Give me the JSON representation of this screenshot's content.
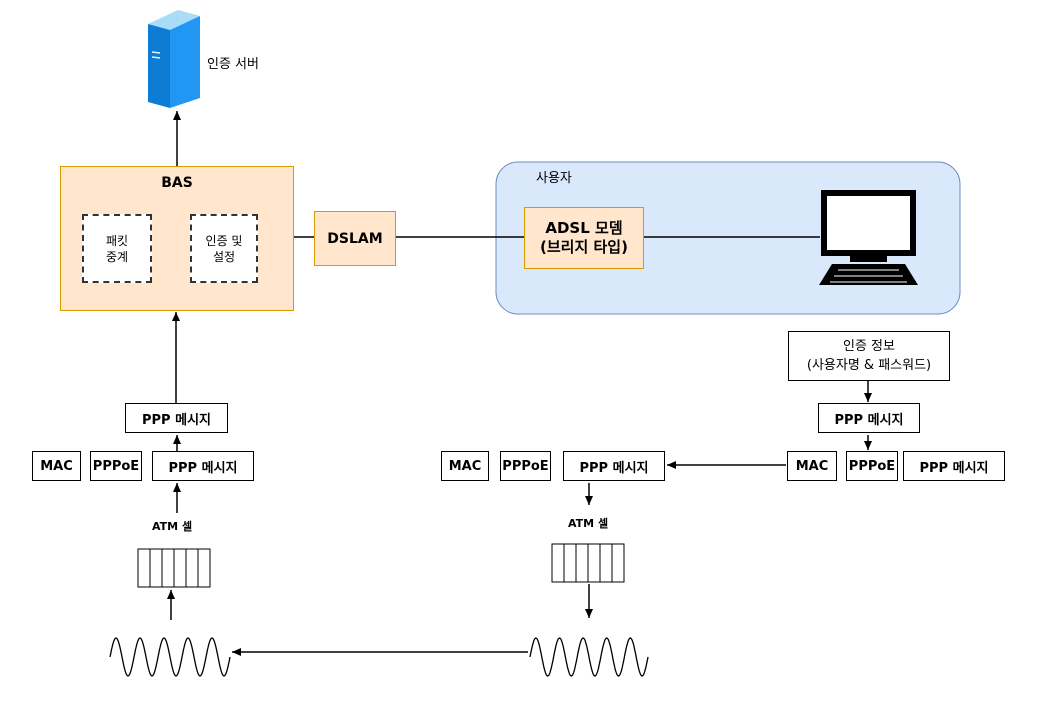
{
  "server": {
    "label": "인증 서버"
  },
  "bas": {
    "title": "BAS",
    "relay": "패킷\n중계",
    "auth": "인증 및\n설정"
  },
  "dslam": {
    "label": "DSLAM"
  },
  "user": {
    "title": "사용자",
    "modem": "ADSL 모뎀\n(브리지 타입)"
  },
  "auth_info": {
    "label": "인증 정보\n(사용자명 & 패스워드)"
  },
  "left_stack": {
    "ppp_top": "PPP  메시지",
    "mac": "MAC",
    "pppoe": "PPPoE",
    "ppp": "PPP  메시지",
    "atm": "ATM 셀"
  },
  "middle_stack": {
    "mac": "MAC",
    "pppoe": "PPPoE",
    "ppp": "PPP  메시지",
    "atm": "ATM 셀"
  },
  "right_stack": {
    "ppp_top": "PPP  메시지",
    "mac": "MAC",
    "pppoe": "PPPoE",
    "ppp": "PPP  메시지"
  },
  "colors": {
    "orange_fill": "#ffe6cc",
    "orange_stroke": "#d79b00",
    "blue_fill": "#dae8fc",
    "blue_stroke": "#6c8ebf"
  },
  "icons": [
    "server-icon",
    "monitor-icon",
    "atm-cells-icon",
    "signal-wave-icon"
  ]
}
